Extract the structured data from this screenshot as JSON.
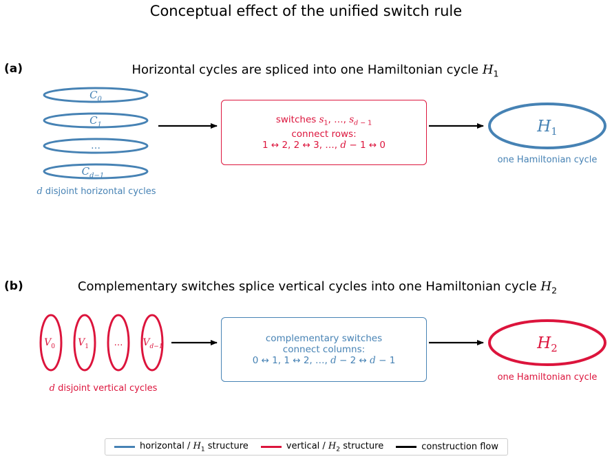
{
  "title": "Conceptual effect of the unified switch rule",
  "colors": {
    "horizontal": "#4682b4",
    "vertical": "#dc143c",
    "flow": "#000000"
  },
  "panel_a": {
    "label": "(a)",
    "title": "Horizontal cycles are spliced into one Hamiltonian cycle H1",
    "cycles": [
      "C0",
      "C1",
      "…",
      "Cd−1"
    ],
    "left_caption": "d disjoint horizontal cycles",
    "box_line1": "switches s1, …, sd−1",
    "box_line2": "connect rows:",
    "box_line3": "1 ↔ 2,  2 ↔ 3, …, d − 1 ↔ 0",
    "result_label": "H1",
    "result_caption": "one Hamiltonian cycle"
  },
  "panel_b": {
    "label": "(b)",
    "title": "Complementary switches splice vertical cycles into one Hamiltonian cycle H2",
    "cycles": [
      "V0",
      "V1",
      "…",
      "Vd−1"
    ],
    "left_caption": "d disjoint vertical cycles",
    "box_line1": "complementary switches",
    "box_line2": "connect columns:",
    "box_line3": "0 ↔ 1,  1 ↔ 2, …, d − 2 ↔ d − 1",
    "result_label": "H2",
    "result_caption": "one Hamiltonian cycle"
  },
  "legend": [
    {
      "label": "horizontal / H1 structure",
      "color": "#4682b4"
    },
    {
      "label": "vertical / H2 structure",
      "color": "#dc143c"
    },
    {
      "label": "construction flow",
      "color": "#000000"
    }
  ]
}
